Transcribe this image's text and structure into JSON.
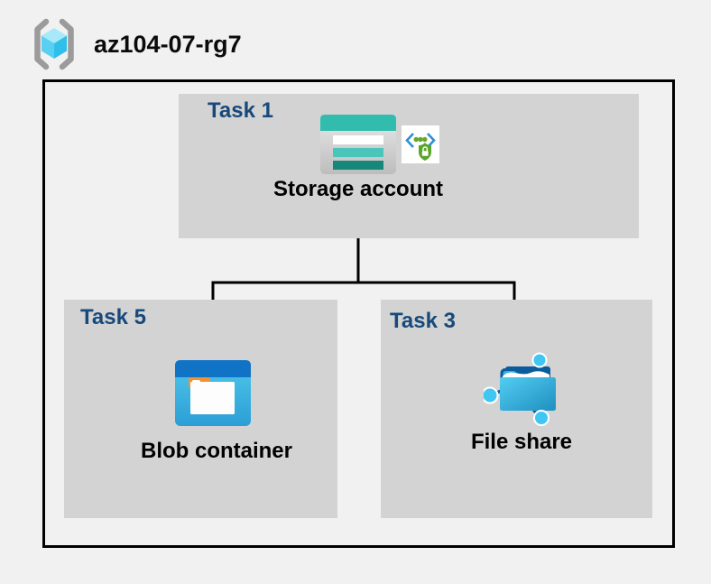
{
  "header": {
    "title": "az104-07-rg7",
    "icon": "resource-group-icon"
  },
  "tasks": {
    "task1": {
      "label": "Task 1",
      "node_label": "Storage account",
      "icons": [
        "storage-account-icon",
        "sas-lock-icon"
      ]
    },
    "task5": {
      "label": "Task 5",
      "node_label": "Blob container",
      "icons": [
        "blob-container-icon"
      ]
    },
    "task3": {
      "label": "Task 3",
      "node_label": "File share",
      "icons": [
        "file-share-icon"
      ]
    }
  },
  "connections": [
    {
      "from": "Storage account",
      "to": "Blob container"
    },
    {
      "from": "Storage account",
      "to": "File share"
    }
  ],
  "colors": {
    "page_bg": "#f1f1f1",
    "group_box_bg": "#d3d3d3",
    "task_label": "#17497b",
    "node_label": "#000000",
    "border": "#000000",
    "connector": "#000000",
    "storage_teal": "#31bcae",
    "storage_stripe_teal": "#49c5b9",
    "storage_stripe_dark": "#17867b",
    "blob_header_blue": "#1173c5",
    "blob_tab_orange": "#f0922f",
    "fileshare_navy": "#0b5c9d",
    "fileshare_node_cyan": "#3fc6f3",
    "sas_chevron_blue": "#2e8fd5",
    "sas_green": "#5ba52b",
    "rg_bracket_gray": "#9b9b9b",
    "rg_cube_top": "#a7e9f8",
    "rg_cube_left": "#59cff1",
    "rg_cube_right": "#2fbfea"
  }
}
